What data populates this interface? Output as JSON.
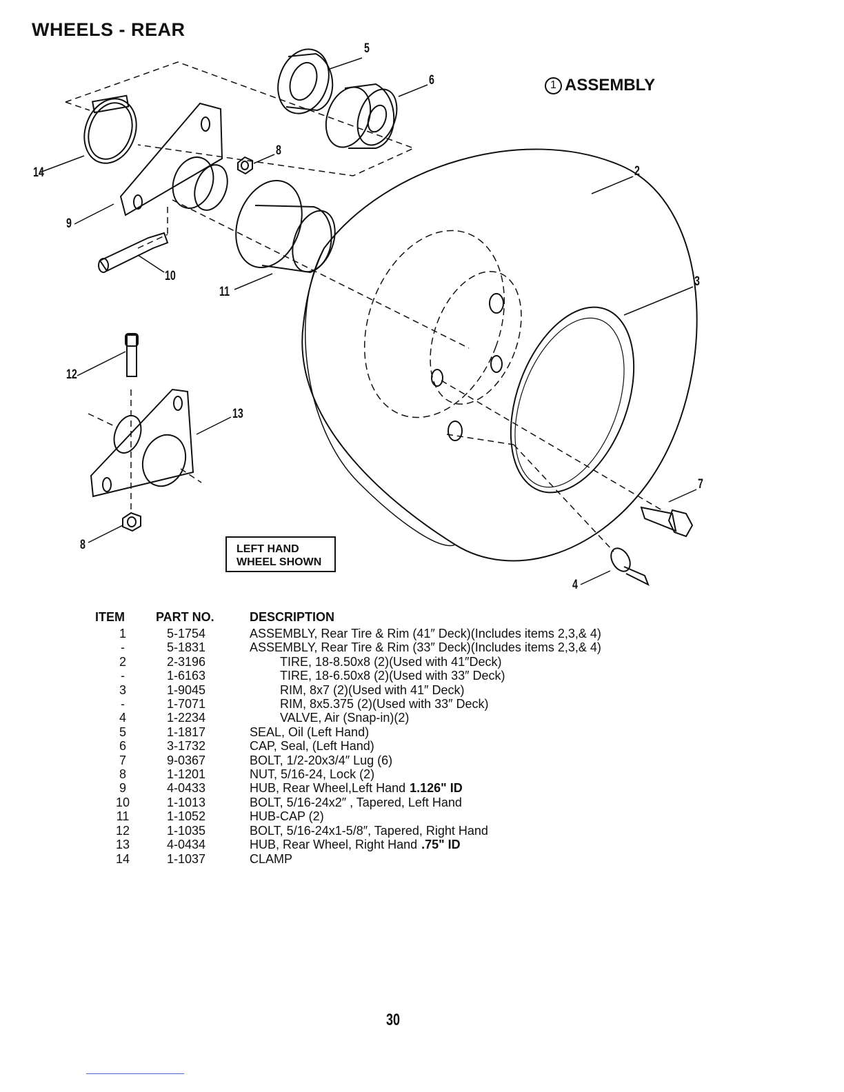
{
  "page": {
    "title": "WHEELS - REAR",
    "assembly_number": "1",
    "assembly_label": "ASSEMBLY",
    "note_line1": "LEFT HAND",
    "note_line2": "WHEEL SHOWN",
    "page_number": "30"
  },
  "callouts": {
    "c1": "14",
    "c2": "9",
    "c3": "10",
    "c4": "5",
    "c5": "6",
    "c6": "8",
    "c7": "2",
    "c8": "11",
    "c9": "3",
    "c10": "12",
    "c11": "13",
    "c12": "8",
    "c13": "7",
    "c14": "4"
  },
  "table": {
    "headers": {
      "item": "ITEM",
      "part": "PART NO.",
      "description": "DESCRIPTION"
    },
    "rows": [
      {
        "item": "1",
        "part": "5-1754",
        "desc": "ASSEMBLY, Rear Tire & Rim (41″ Deck)(Includes items 2,3,& 4)"
      },
      {
        "item": "-",
        "part": "5-1831",
        "desc": "ASSEMBLY, Rear Tire & Rim (33″ Deck)(Includes items 2,3,& 4)"
      },
      {
        "item": "2",
        "part": "2-3196",
        "desc": "TIRE, 18-8.50x8 (2)(Used with 41″Deck)"
      },
      {
        "item": "-",
        "part": "1-6163",
        "desc": "TIRE, 18-6.50x8 (2)(Used with 33″ Deck)"
      },
      {
        "item": "3",
        "part": "1-9045",
        "desc": "RIM, 8x7 (2)(Used with 41″ Deck)"
      },
      {
        "item": "-",
        "part": "1-7071",
        "desc": "RIM, 8x5.375 (2)(Used with 33″ Deck)"
      },
      {
        "item": "4",
        "part": "1-2234",
        "desc": "VALVE, Air (Snap-in)(2)"
      },
      {
        "item": "5",
        "part": "1-1817",
        "desc": "SEAL, Oil (Left Hand)"
      },
      {
        "item": "6",
        "part": "3-1732",
        "desc": "CAP, Seal, (Left Hand)"
      },
      {
        "item": "7",
        "part": "9-0367",
        "desc": "BOLT, 1/2-20x3/4″ Lug (6)"
      },
      {
        "item": "8",
        "part": "1-1201",
        "desc": "NUT, 5/16-24, Lock (2)"
      },
      {
        "item": "9",
        "part": "4-0433",
        "desc": "HUB, Rear Wheel,Left Hand",
        "strong": "1.126\" ID"
      },
      {
        "item": "10",
        "part": "1-1013",
        "desc": "BOLT, 5/16-24x2″ , Tapered, Left Hand"
      },
      {
        "item": "11",
        "part": "1-1052",
        "desc": "HUB-CAP (2)"
      },
      {
        "item": "12",
        "part": "1-1035",
        "desc": "BOLT, 5/16-24x1-5/8″, Tapered, Right Hand"
      },
      {
        "item": "13",
        "part": "4-0434",
        "desc": "HUB, Rear Wheel, Right Hand",
        "strong": ".75\" ID"
      },
      {
        "item": "14",
        "part": "1-1037",
        "desc": "CLAMP"
      }
    ]
  }
}
